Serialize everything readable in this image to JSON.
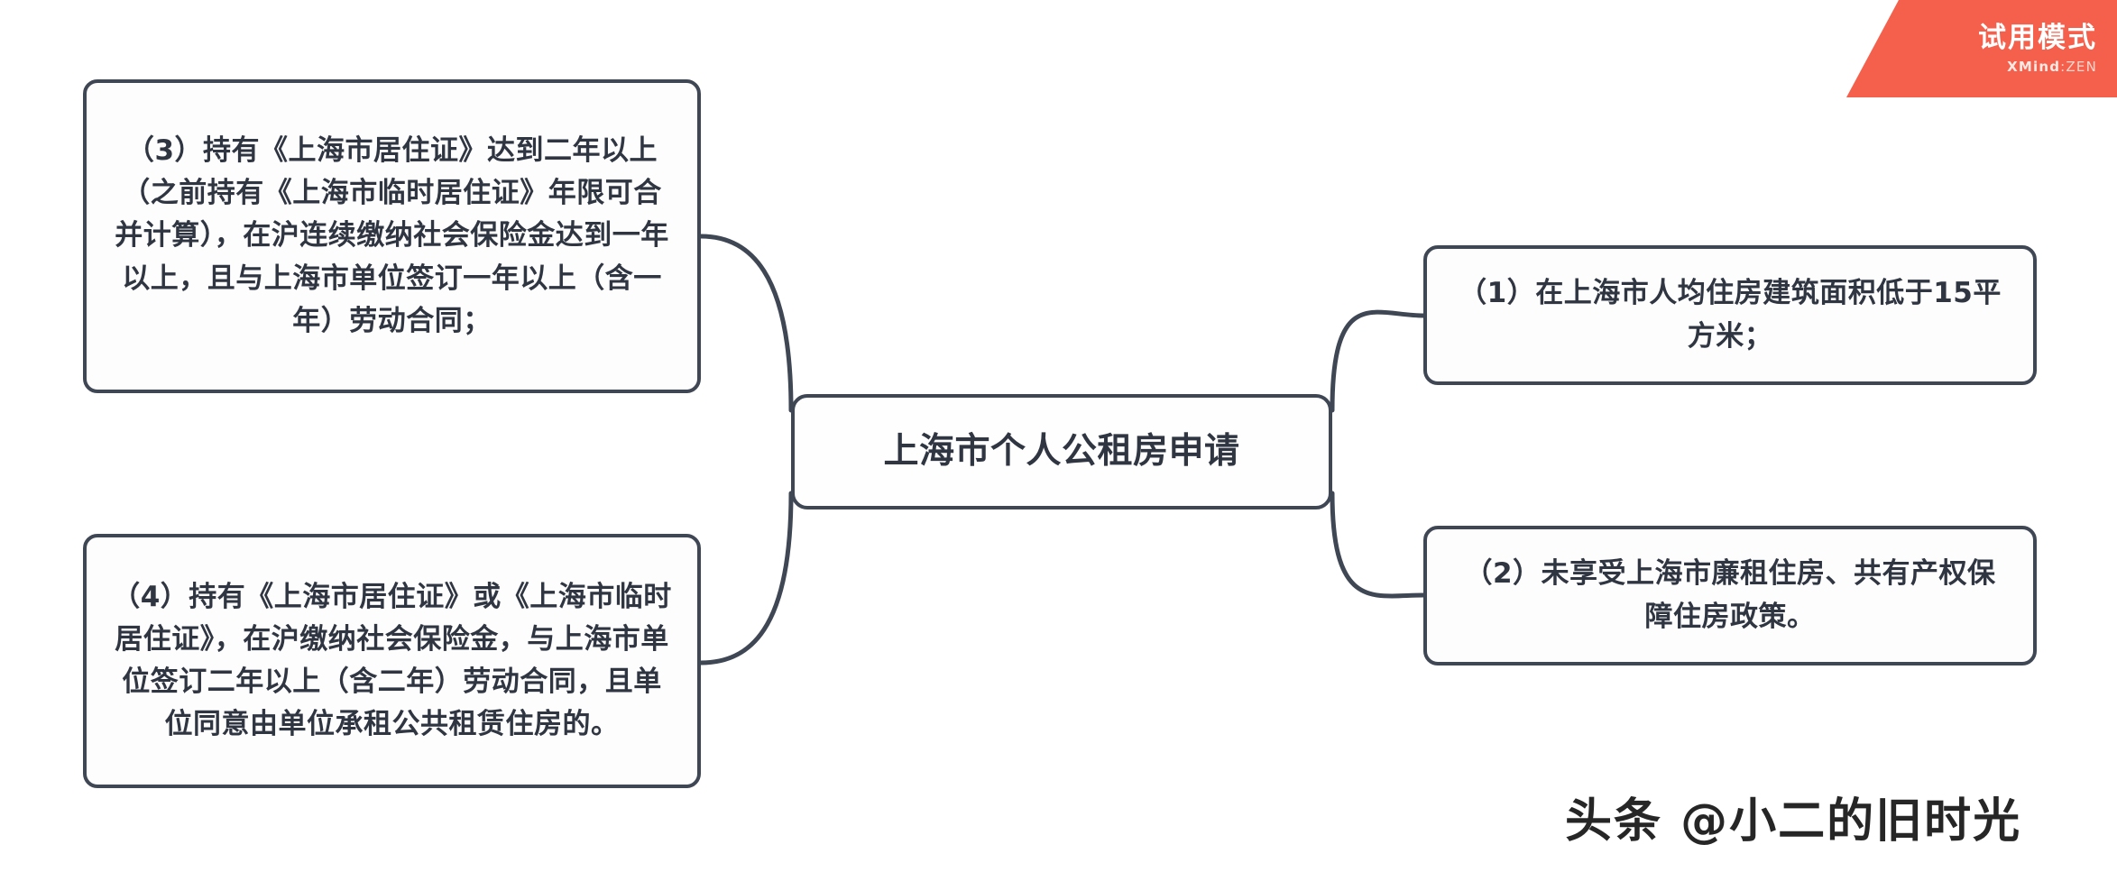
{
  "app": {
    "name": "XMind:ZEN",
    "trial_badge": {
      "label": "试用模式",
      "product_bold": "XMind",
      "product_sep": ":",
      "product_light": "ZEN"
    },
    "watermark": "头条 @小二的旧时光"
  },
  "theme": {
    "node_border_color": "#3f4754",
    "node_fill_color": "#fdfdfd",
    "node_text_color": "#2f3642",
    "connector_color": "#3f4754",
    "badge_color": "#f4604c",
    "canvas_background": "#ffffff"
  },
  "mindmap": {
    "root": {
      "id": "root",
      "label": "上海市个人公租房申请"
    },
    "branches_left": [
      {
        "id": "b3",
        "index": "（3）",
        "label": "（3）持有《上海市居住证》达到二年以上（之前持有《上海市临时居住证》年限可合并计算），在沪连续缴纳社会保险金达到一年以上，且与上海市单位签订一年以上（含一年）劳动合同；"
      },
      {
        "id": "b4",
        "index": "（4）",
        "label": "（4）持有《上海市居住证》或《上海市临时居住证》，在沪缴纳社会保险金，与上海市单位签订二年以上（含二年）劳动合同，且单位同意由单位承租公共租赁住房的。"
      }
    ],
    "branches_right": [
      {
        "id": "b1",
        "index": "（1）",
        "label": "（1）在上海市人均住房建筑面积低于15平方米；"
      },
      {
        "id": "b2",
        "index": "（2）",
        "label": "（2）未享受上海市廉租住房、共有产权保障住房政策。"
      }
    ]
  }
}
